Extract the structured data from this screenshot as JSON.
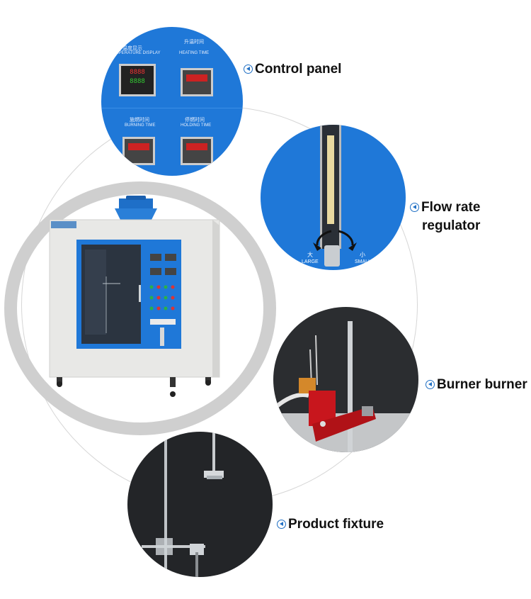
{
  "callouts": {
    "control_panel": "Control panel",
    "flow_rate_line1": "Flow rate",
    "flow_rate_line2": "regulator",
    "burner": "Burner burner",
    "product_fixture": "Product fixture"
  },
  "panel_text": {
    "temp_cn": "温度显示",
    "temp_en": "TEMPERATURE DISPLAY",
    "heating_cn": "升温时间",
    "heating_en": "HEATING TIME",
    "burning_cn": "施燃时间",
    "burning_en": "BURNING TIME",
    "holding_cn": "停燃时间",
    "holding_en": "HOLDING TIME",
    "display_digits": "8888"
  },
  "flow_text": {
    "large_cn": "大",
    "large_en": "LARGE",
    "small_cn": "小",
    "small_en": "SMALL"
  },
  "colors": {
    "panel_blue": "#1f78d8",
    "cabinet_gray": "#e8e8e6",
    "burner_red": "#c8161d",
    "icon_blue": "#1f6fc4"
  }
}
